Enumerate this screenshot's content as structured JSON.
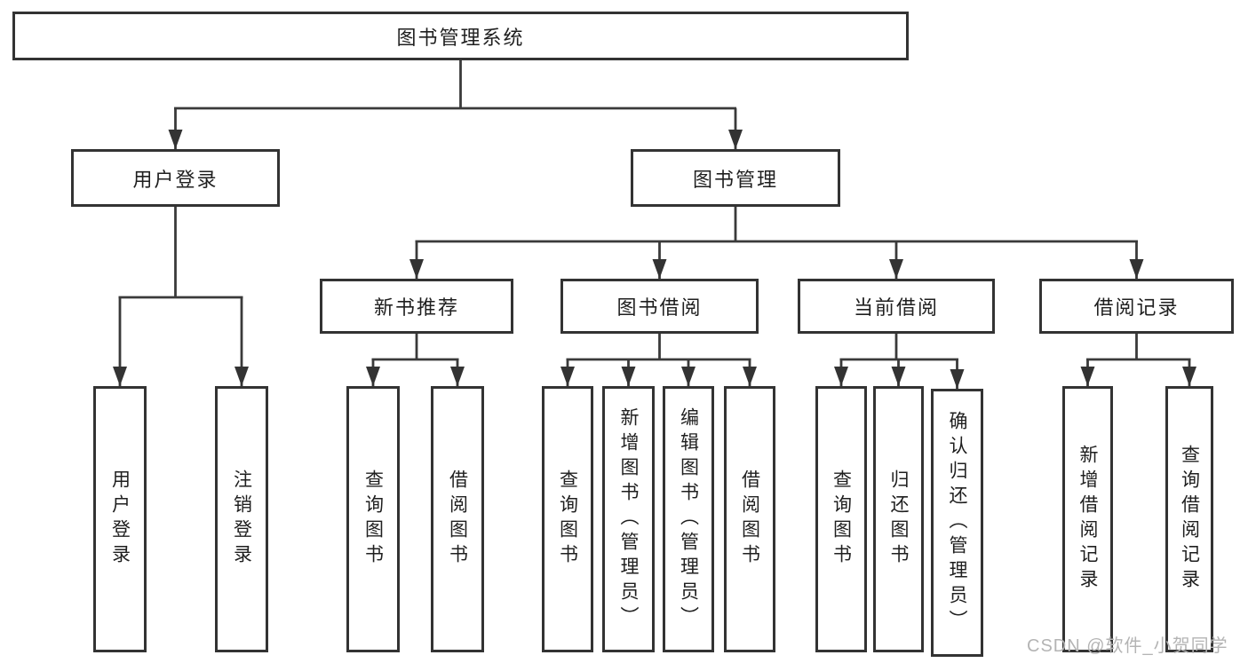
{
  "colors": {
    "box_border": "#333333",
    "connector_line": "#3a3a3a",
    "text": "#1f1f1f",
    "watermark": "#b4b4b4",
    "background": "#ffffff"
  },
  "watermark": "CSDN @软件_小贺同学",
  "tree": {
    "label": "图书管理系统",
    "children": [
      {
        "label": "用户登录",
        "children": [
          {
            "label": "用户登录"
          },
          {
            "label": "注销登录"
          }
        ]
      },
      {
        "label": "图书管理",
        "children": [
          {
            "label": "新书推荐",
            "children": [
              {
                "label": "查询图书"
              },
              {
                "label": "借阅图书"
              }
            ]
          },
          {
            "label": "图书借阅",
            "children": [
              {
                "label": "查询图书"
              },
              {
                "label": "新增图书（管理员）"
              },
              {
                "label": "编辑图书（管理员）"
              },
              {
                "label": "借阅图书"
              }
            ]
          },
          {
            "label": "当前借阅",
            "children": [
              {
                "label": "查询图书"
              },
              {
                "label": "归还图书"
              },
              {
                "label": "确认归还（管理员）"
              }
            ]
          },
          {
            "label": "借阅记录",
            "children": [
              {
                "label": "新增借阅记录"
              },
              {
                "label": "查询借阅记录"
              }
            ]
          }
        ]
      }
    ]
  }
}
